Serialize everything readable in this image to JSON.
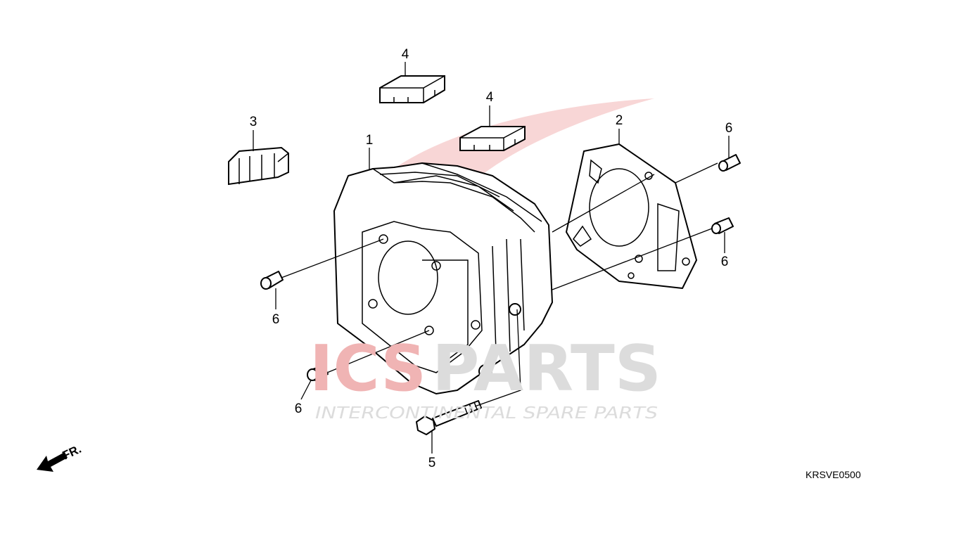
{
  "diagram": {
    "code": "KRSVE0500",
    "direction_label": "FR.",
    "watermark": {
      "brand_red": "ICS",
      "brand_gray": "PARTS",
      "tagline": "INTERCONTINENTAL SPARE PARTS"
    },
    "callouts": [
      "1",
      "2",
      "3",
      "4",
      "4",
      "5",
      "6",
      "6",
      "6",
      "6"
    ],
    "colors": {
      "watermark_red": "#e8a0a0",
      "watermark_gray": "#d8d8d8"
    }
  }
}
